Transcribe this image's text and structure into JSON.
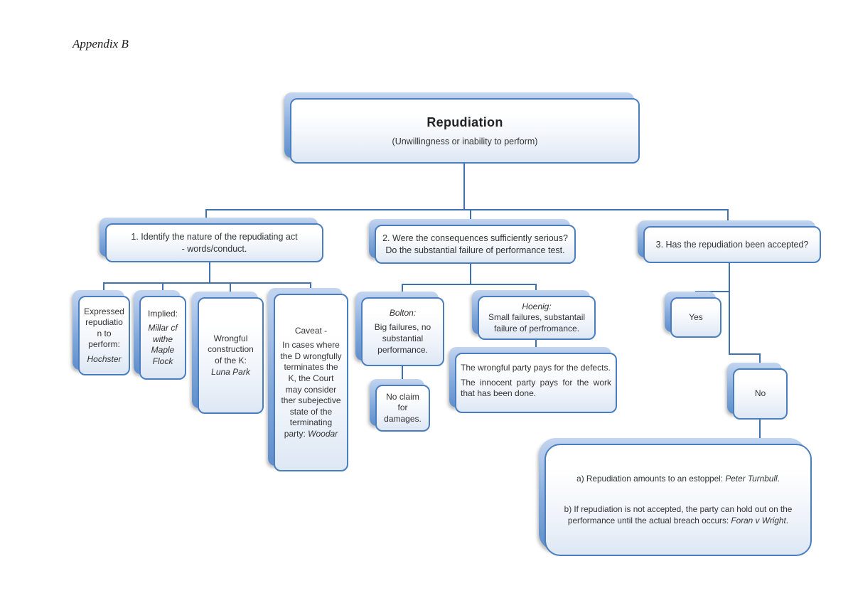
{
  "appendix": "Appendix B",
  "root": {
    "title": "Repudiation",
    "subtitle": "(Unwillingness or inability to perform)"
  },
  "b1": {
    "header": "1. Identify the nature of the repudiating act\n- words/conduct.",
    "expressed": {
      "text": "Expressed\nrepudiatio\nn to\nperform:",
      "case": "Hochster"
    },
    "implied": {
      "label": "Implied:",
      "case": "Millar cf\nwithe\nMaple\nFlock"
    },
    "wrongful": {
      "text": "Wrongful\nconstruction\nof the K:",
      "case": "Luna Park"
    },
    "caveat": {
      "title": "Caveat -",
      "text": "In cases where\nthe D wrongfully\nterminates the\nK, the Court\nmay consider\nther subejective\nstate of the\nterminating\nparty: ",
      "case": "Woodar"
    }
  },
  "b2": {
    "header": "2. Were the consequences sufficiently  serious?\nDo the substantial failure of performance test.",
    "bolton": {
      "case": "Bolton:",
      "text": "Big failures, no\nsubstantial\nperformance."
    },
    "hoenig": {
      "case": "Hoenig:",
      "text": "Small failures, substantail\nfailure of perfromance."
    },
    "no_claim": "No claim\nfor\ndamages.",
    "payment": {
      "p1": "The wrongful party pays for the defects.",
      "p2": "The innocent party pays for the work that has been done."
    }
  },
  "b3": {
    "header": "3. Has the repudiation been accepted?",
    "yes": "Yes",
    "no": "No",
    "outcome": {
      "a_prefix": "a) Repudiation amounts to an estoppel: ",
      "a_case": "Peter Turnbull",
      "a_suffix": ".",
      "b_prefix": "b) If repudiation is not accepted, the party can hold out on the\nperformance until the actual breach occurs: ",
      "b_case": "Foran v Wright",
      "b_suffix": "."
    }
  },
  "colors": {
    "accent": "#4f81bd",
    "line": "#3f72ae",
    "back_top": "#c3d5f0",
    "back_bottom": "#5f8ecb"
  }
}
